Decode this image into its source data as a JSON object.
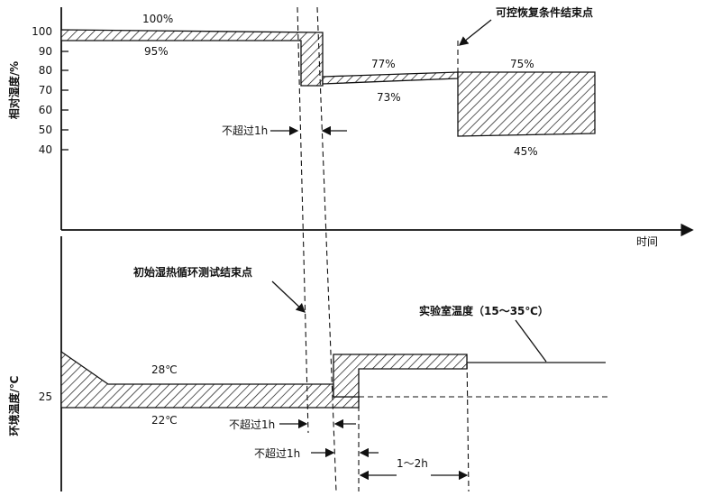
{
  "labels": {
    "humidity_axis": "相对湿度/%",
    "temperature_axis": "环境温度/℃",
    "time_axis": "时间",
    "rh_100": "100%",
    "rh_95": "95%",
    "rh_77": "77%",
    "rh_73": "73%",
    "rh_75": "75%",
    "rh_45": "45%",
    "t_28": "28℃",
    "t_22": "22℃",
    "controlled_recovery_end": "可控恢复条件结束点",
    "initial_cycle_end": "初始湿热循环测试结束点",
    "lab_temperature": "实验室温度（15～35℃）",
    "not_exceed_1h_a": "不超过1h",
    "not_exceed_1h_b": "不超过1h",
    "not_exceed_1h_c": "不超过1h",
    "duration_1_2h": "1～2h"
  },
  "ticks": {
    "humidity": [
      "100",
      "90",
      "80",
      "70",
      "60",
      "50",
      "40"
    ],
    "temperature": [
      "25"
    ]
  }
}
